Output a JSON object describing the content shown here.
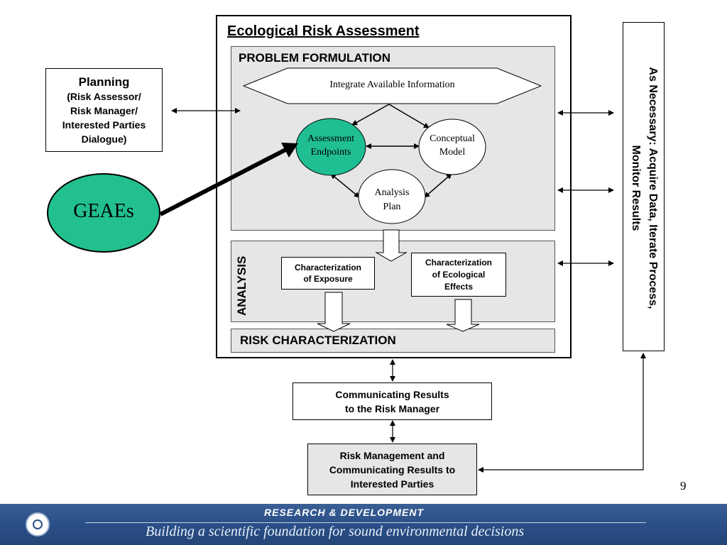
{
  "diagram": {
    "title": "Ecological Risk Assessment",
    "problem_formulation": "PROBLEM FORMULATION",
    "integrate_info": "Integrate Available Information",
    "assessment_endpoints": [
      "Assessment",
      "Endpoints"
    ],
    "conceptual_model": [
      "Conceptual",
      "Model"
    ],
    "analysis_plan": [
      "Analysis",
      "Plan"
    ],
    "analysis": "ANALYSIS",
    "char_exposure": [
      "Characterization",
      "of Exposure"
    ],
    "char_effects": [
      "Characterization",
      "of Ecological",
      "Effects"
    ],
    "risk_characterization": "RISK CHARACTERIZATION",
    "planning_title": "Planning",
    "planning_body": [
      "(Risk Assessor/",
      "Risk Manager/",
      "Interested Parties",
      "Dialogue)"
    ],
    "geaes": "GEAEs",
    "as_necessary": [
      "As Necessary:  Acquire Data, Iterate Process,",
      "Monitor Results"
    ],
    "communicating": [
      "Communicating Results",
      "to the Risk Manager"
    ],
    "risk_management": [
      "Risk Management and",
      "Communicating Results to",
      "Interested Parties"
    ],
    "page_number": "9"
  },
  "footer": {
    "rd": "RESEARCH &  DEVELOPMENT",
    "tagline": "Building a scientific foundation for sound environmental decisions"
  },
  "colors": {
    "endpoint_fill": "#1fbf93",
    "geaes_fill": "#22c08f",
    "panel_gray": "#e6e6e6",
    "footer_blue": "#2a4f88"
  }
}
